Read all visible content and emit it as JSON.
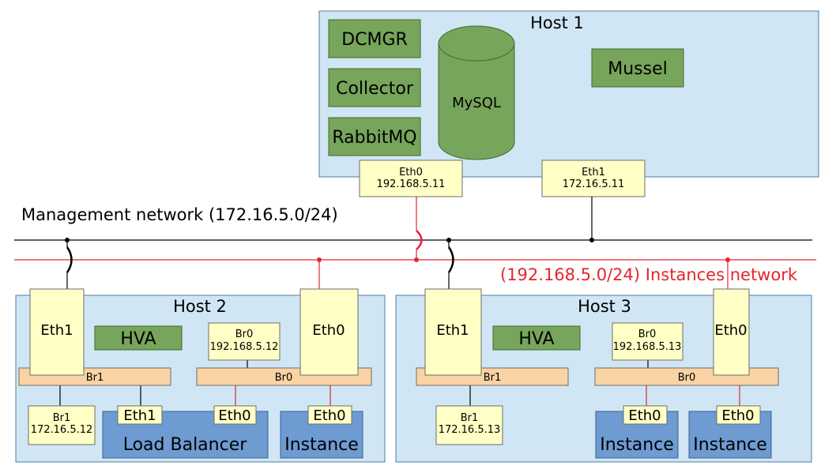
{
  "networks": {
    "management": {
      "label": "Management network (172.16.5.0/24)",
      "color": "#000000"
    },
    "instances": {
      "label": "(192.168.5.0/24) Instances network",
      "color": "#e3262b"
    }
  },
  "host1": {
    "title": "Host 1",
    "services": [
      "DCMGR",
      "Collector",
      "RabbitMQ"
    ],
    "database": "MySQL",
    "mussel": "Mussel",
    "eth0": {
      "name": "Eth0",
      "ip": "192.168.5.11"
    },
    "eth1": {
      "name": "Eth1",
      "ip": "172.16.5.11"
    }
  },
  "host2": {
    "title": "Host 2",
    "hva": "HVA",
    "eth1": "Eth1",
    "eth0": "Eth0",
    "br1_bar": "Br1",
    "br0_bar": "Br0",
    "br0": {
      "name": "Br0",
      "ip": "192.168.5.12"
    },
    "br1": {
      "name": "Br1",
      "ip": "172.16.5.12"
    },
    "load_balancer": {
      "label": "Load Balancer",
      "eth1": "Eth1",
      "eth0": "Eth0"
    },
    "instance": {
      "label": "Instance",
      "eth0": "Eth0"
    }
  },
  "host3": {
    "title": "Host 3",
    "hva": "HVA",
    "eth1": "Eth1",
    "eth0": "Eth0",
    "br1_bar": "Br1",
    "br0_bar": "Br0",
    "br0": {
      "name": "Br0",
      "ip": "192.168.5.13"
    },
    "br1": {
      "name": "Br1",
      "ip": "172.16.5.13"
    },
    "instance_a": {
      "label": "Instance",
      "eth0": "Eth0"
    },
    "instance_b": {
      "label": "Instance",
      "eth0": "Eth0"
    }
  }
}
